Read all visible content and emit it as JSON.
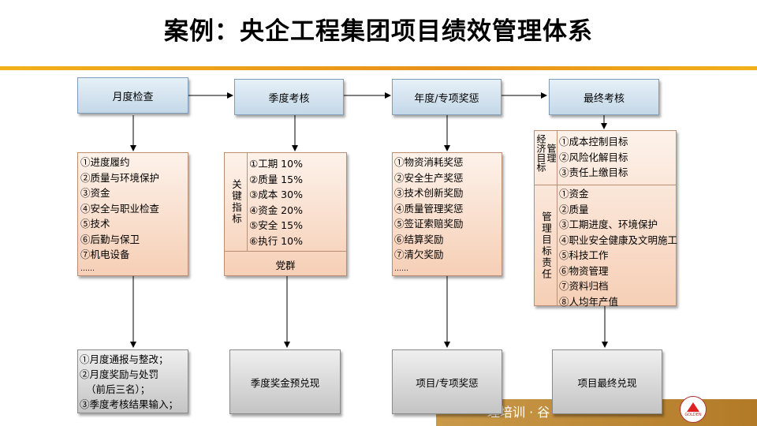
{
  "title": "案例：央企工程集团项目绩效管理体系",
  "headers": {
    "monthly": "月度检查",
    "quarterly": "季度考核",
    "annual": "年度/专项奖惩",
    "final": "最终考核"
  },
  "monthly_items": [
    "①进度履约",
    "②质量与环境保护",
    "③资金",
    "④安全与职业检查",
    "⑤技术",
    "⑥后勤与保卫",
    "⑦机电设备",
    "……"
  ],
  "quarterly_side_label": "关键指标",
  "quarterly_items": [
    "①工期 10%",
    "②质量 15%",
    "③成本 30%",
    "④资金 20%",
    "⑤安全 15%",
    "⑥执行 10%"
  ],
  "quarterly_footer": "党群",
  "annual_items": [
    "①物资消耗奖惩",
    "②安全生产奖惩",
    "③技术创新奖励",
    "④质量管理奖惩",
    "⑤签证索赔奖励",
    "⑥结算奖励",
    "⑦清欠奖励",
    "……"
  ],
  "final_econ_label": "经济目标",
  "final_econ_label2": "管理",
  "final_econ_items": [
    "①成本控制目标",
    "②风险化解目标",
    "③责任上缴目标"
  ],
  "final_mgmt_label": "管理目标责任",
  "final_mgmt_items": [
    "①资金",
    "②质量",
    "③工期进度、环境保护",
    "④职业安全健康及文明施工",
    "⑤科技工作",
    "⑥物资管理",
    "⑦资料归档",
    "⑧人均年产值"
  ],
  "outcomes": {
    "monthly": [
      "①月度通报与整改；",
      "②月度奖励与处罚",
      "（前后三名）；",
      "③季度考核结果输入；"
    ],
    "quarterly": "季度奖金预兑现",
    "annual": "项目/专项奖惩",
    "final": "项目最终兑现"
  },
  "footer_strip": "理培训 · 谷",
  "logo_text": "GOLDEN",
  "colors": {
    "header_fill": "#c4d8e8",
    "content_fill": "#f6cfb6",
    "outcome_fill": "#c4c4c4",
    "accent_bar": "#f2b11a"
  }
}
